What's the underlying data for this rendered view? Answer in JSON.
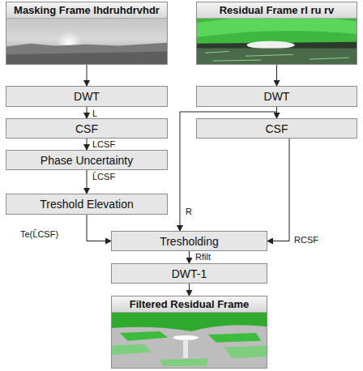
{
  "diagram": {
    "nodes": [
      {
        "text": [
          "Masking Frame lhdruhdrvhdr"
        ]
      },
      {
        "text": [
          "Residual Frame rl ru rv"
        ]
      },
      {
        "text": [
          "DWT"
        ]
      },
      {
        "text": [
          "DWT"
        ]
      },
      {
        "text": [
          "CSF"
        ]
      },
      {
        "text": [
          "CSF"
        ]
      },
      {
        "text": [
          "Phase Uncertainty"
        ]
      },
      {
        "text": [
          "Treshold Elevation"
        ]
      },
      {
        "text": [
          "Tresholding"
        ]
      },
      {
        "text": [
          "DWT-1"
        ]
      },
      {
        "text": [
          "Filtered Residual Frame"
        ]
      }
    ],
    "edges": [
      {
        "from": 0,
        "to": 2,
        "arrow": "to"
      },
      {
        "from": 2,
        "to": 4,
        "label": "L",
        "arrow": "to"
      },
      {
        "from": 4,
        "to": 6,
        "label": "LCSF",
        "arrow": "to"
      },
      {
        "from": 6,
        "to": 7,
        "label": "L̄CSF",
        "arrow": "to"
      },
      {
        "from": 7,
        "to": 8,
        "label": "Te(L̄CSF)",
        "arrow": "to"
      },
      {
        "from": 1,
        "to": 3,
        "arrow": "to"
      },
      {
        "from": 3,
        "to": 5,
        "arrow": "to"
      },
      {
        "from": 3,
        "to": 8,
        "label": "R",
        "arrow": "to"
      },
      {
        "from": 5,
        "to": 8,
        "label": "RCSF",
        "arrow": "to"
      },
      {
        "from": 8,
        "to": 9,
        "label": "Rfilt",
        "arrow": "to"
      },
      {
        "from": 9,
        "to": 10,
        "arrow": "to"
      }
    ]
  }
}
